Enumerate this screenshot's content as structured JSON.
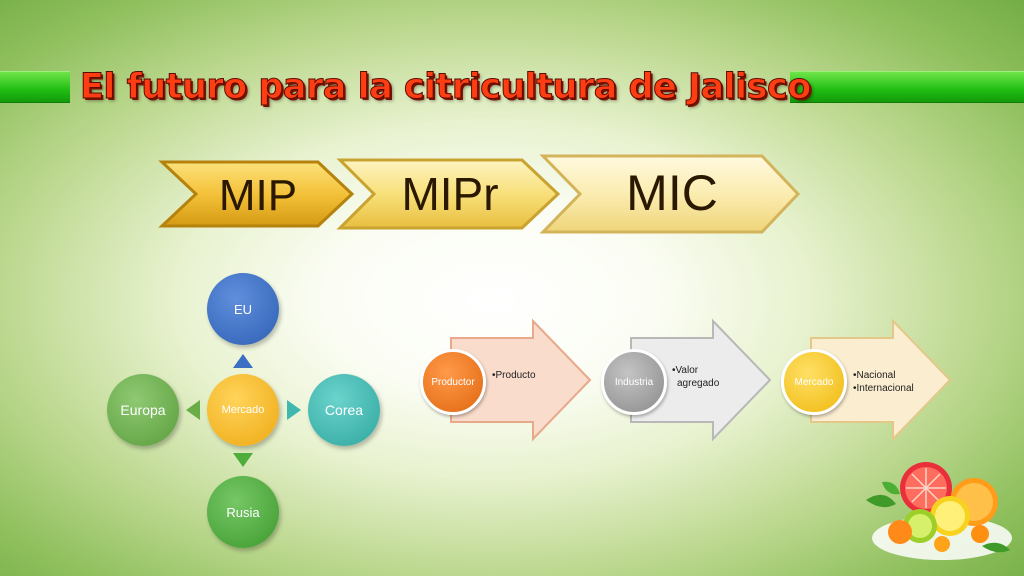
{
  "title": "El futuro para la citricultura de Jalisco",
  "stages": [
    "MIP",
    "MIPr",
    "MIC"
  ],
  "cycle": {
    "center": "Mercado",
    "top": "EU",
    "right": "Corea",
    "bottom": "Rusia",
    "left": "Europa"
  },
  "process": [
    {
      "label": "Productor",
      "bullets": [
        "•Producto"
      ]
    },
    {
      "label": "Industria",
      "bullets": [
        "•Valor",
        "agregado"
      ]
    },
    {
      "label": "Mercado",
      "bullets": [
        "•Nacional",
        "•Internacional"
      ]
    }
  ],
  "colors": {
    "title": "#ff3d12",
    "bar_green": "#22c214",
    "chevron_gold": "#f2c33a",
    "eu": "#3a6fc4",
    "corea": "#3fb8b0",
    "rusia": "#4fad3c",
    "europa": "#6aad48",
    "mercado": "#f4b81c",
    "productor": "#f07a1e",
    "industria": "#9a9a9a",
    "mercado_proc": "#f3c416"
  },
  "decoration": "citrus-fruits-image"
}
